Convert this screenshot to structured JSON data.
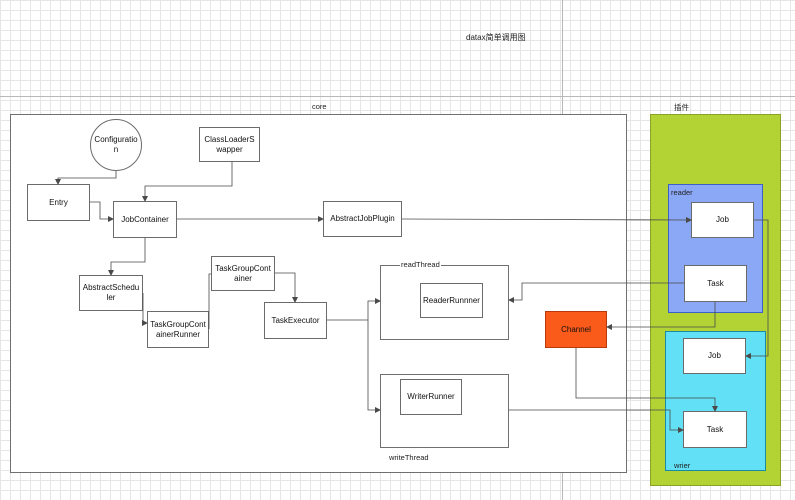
{
  "title": "datax简单调用图",
  "core": {
    "label": "core"
  },
  "plugin": {
    "label": "插件",
    "reader": {
      "label": "reader",
      "job": "Job",
      "task": "Task"
    },
    "writer": {
      "label": "wrier",
      "job": "Job",
      "task": "Task"
    }
  },
  "nodes": {
    "configuration": "Configuration",
    "classloader": "ClassLoaderSwapper",
    "entry": "Entry",
    "jobcontainer": "JobContainer",
    "abstractjobplugin": "AbstractJobPlugin",
    "abstractscheduler": "AbstractScheduler",
    "taskgroupcontainerrunner": "TaskGroupContainerRunner",
    "taskgroupcontainer": "TaskGroupContainer",
    "taskexecutor": "TaskExecutor",
    "readthread": "readThread",
    "readerrunner": "ReaderRunnner",
    "writethread": "writeThread",
    "writerrunner": "WriterRunner",
    "channel": "Channel"
  },
  "colors": {
    "plugin_bg": "#b3d335",
    "reader_bg": "#8aa8f5",
    "writer_bg": "#62e0f5",
    "channel_bg": "#fa5a1a",
    "line": "#4a4a4a"
  }
}
